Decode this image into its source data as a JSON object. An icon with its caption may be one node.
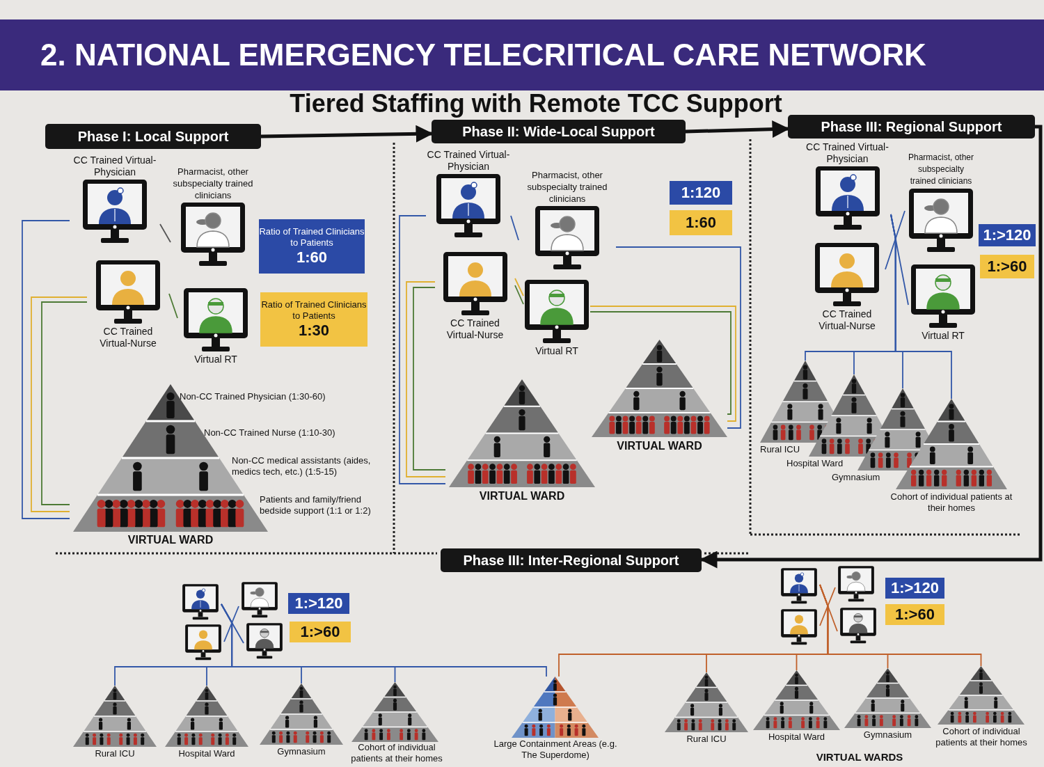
{
  "diagram": {
    "title": "2. NATIONAL EMERGENCY TELECRITICAL CARE NETWORK",
    "nodes": [
      {
        "text": [
          "Phase I: Local Support"
        ]
      },
      {
        "text": [
          "Phase II: Wide-Local Support"
        ]
      },
      {
        "text": [
          "Phase III: Regional Support"
        ]
      },
      {
        "text": [
          "Phase III: Inter-Regional Support"
        ]
      },
      {
        "text": [
          "CC Trained Virtual-Physician"
        ]
      },
      {
        "text": [
          "Pharmacist, other subspecialty trained clinicians"
        ]
      },
      {
        "text": [
          "CC Trained Virtual-Nurse"
        ]
      },
      {
        "text": [
          "Virtual RT"
        ]
      },
      {
        "text": [
          "Ratio of Trained Clinicians to Patients",
          "1:60"
        ]
      },
      {
        "text": [
          "Ratio of Trained Clinicians to Patients",
          "1:30"
        ]
      },
      {
        "text": [
          "Non-CC Trained Physician (1:30-60)",
          "Non-CC Trained Nurse (1:10-30)",
          "Non-CC medical assistants (aides, medics tech, etc.) (1:5-15)",
          "Patients and family/friend bedside support (1:1 or 1:2)",
          "VIRTUAL WARD"
        ]
      },
      {
        "text": [
          "CC Trained Virtual-Physician"
        ]
      },
      {
        "text": [
          "Pharmacist, other subspecialty trained clinicians"
        ]
      },
      {
        "text": [
          "CC Trained Virtual-Nurse"
        ]
      },
      {
        "text": [
          "Virtual RT"
        ]
      },
      {
        "text": [
          "1:120"
        ]
      },
      {
        "text": [
          "1:60"
        ]
      },
      {
        "text": [
          "VIRTUAL WARD"
        ]
      },
      {
        "text": [
          "VIRTUAL WARD"
        ]
      },
      {
        "text": [
          "CC Trained Virtual-Physician"
        ]
      },
      {
        "text": [
          "Pharmacist, other subspecialty trained clinicians"
        ]
      },
      {
        "text": [
          "CC Trained Virtual-Nurse"
        ]
      },
      {
        "text": [
          "Virtual RT"
        ]
      },
      {
        "text": [
          "1:>120"
        ]
      },
      {
        "text": [
          "1:>60"
        ]
      },
      {
        "text": [
          "Rural ICU"
        ]
      },
      {
        "text": [
          "Hospital Ward"
        ]
      },
      {
        "text": [
          "Gymnasium"
        ]
      },
      {
        "text": [
          "Cohort of individual patients at their homes"
        ]
      },
      {
        "text": [],
        "shape": "picture"
      },
      {
        "text": [],
        "shape": "picture"
      },
      {
        "text": [],
        "shape": "picture"
      },
      {
        "text": [],
        "shape": "picture"
      },
      {
        "text": [
          "1:>120"
        ]
      },
      {
        "text": [
          "1:>60"
        ]
      },
      {
        "text": [
          "Rural ICU"
        ]
      },
      {
        "text": [
          "Hospital Ward"
        ]
      },
      {
        "text": [
          "Gymnasium"
        ]
      },
      {
        "text": [
          "Cohort of individual patients at their homes"
        ]
      },
      {
        "text": [
          "Large Containment Areas (e.g. The Superdome)"
        ]
      },
      {
        "text": [],
        "shape": "picture"
      },
      {
        "text": [],
        "shape": "picture"
      },
      {
        "text": [],
        "shape": "picture"
      },
      {
        "text": [],
        "shape": "picture"
      },
      {
        "text": [
          "1:>120"
        ]
      },
      {
        "text": [
          "1:>60"
        ]
      },
      {
        "text": [
          "Rural ICU"
        ]
      },
      {
        "text": [
          "Hospital Ward"
        ]
      },
      {
        "text": [
          "Gymnasium"
        ]
      },
      {
        "text": [
          "Cohort of individual patients at their homes"
        ]
      }
    ],
    "edges": [
      {
        "from": 0,
        "to": 1,
        "arrow": "to",
        "style": "thick",
        "color": "#111111"
      },
      {
        "from": 1,
        "to": 2,
        "arrow": "to",
        "style": "thick",
        "color": "#111111"
      },
      {
        "from": 2,
        "to": 3,
        "arrow": "to",
        "style": "thick",
        "color": "#111111"
      },
      {
        "from": 4,
        "to": 5,
        "arrow": "none",
        "color": "#555555"
      },
      {
        "from": 6,
        "to": 7,
        "arrow": "none",
        "color": "#4d7a35"
      },
      {
        "from": 4,
        "to": 10,
        "arrow": "none"
      },
      {
        "from": 6,
        "to": 10,
        "arrow": "none",
        "color": "#e0b030"
      },
      {
        "from": 6,
        "to": 10,
        "arrow": "none",
        "color": "#4d7a35"
      },
      {
        "from": 11,
        "to": 12,
        "arrow": "none"
      },
      {
        "from": 13,
        "to": 14,
        "arrow": "none",
        "color": "#e0b030"
      },
      {
        "from": 13,
        "to": 14,
        "arrow": "none",
        "color": "#4d7a35"
      },
      {
        "from": 11,
        "to": 17,
        "arrow": "none"
      },
      {
        "from": 13,
        "to": 17,
        "arrow": "none",
        "color": "#e0b030"
      },
      {
        "from": 13,
        "to": 17,
        "arrow": "none",
        "color": "#4d7a35"
      },
      {
        "from": 12,
        "to": 18,
        "arrow": "none"
      },
      {
        "from": 14,
        "to": 18,
        "arrow": "none",
        "color": "#e0b030"
      },
      {
        "from": 14,
        "to": 18,
        "arrow": "none",
        "color": "#4d7a35"
      },
      {
        "from": 19,
        "to": 22,
        "arrow": "none"
      },
      {
        "from": 21,
        "to": 20,
        "arrow": "none"
      },
      {
        "from": 19,
        "to": 25,
        "arrow": "none"
      },
      {
        "from": 19,
        "to": 26,
        "arrow": "none"
      },
      {
        "from": 19,
        "to": 27,
        "arrow": "none"
      },
      {
        "from": 19,
        "to": 28,
        "arrow": "none"
      },
      {
        "from": 29,
        "to": 32,
        "arrow": "none"
      },
      {
        "from": 31,
        "to": 30,
        "arrow": "none"
      },
      {
        "from": 29,
        "to": 35,
        "arrow": "none"
      },
      {
        "from": 29,
        "to": 36,
        "arrow": "none"
      },
      {
        "from": 29,
        "to": 37,
        "arrow": "none"
      },
      {
        "from": 29,
        "to": 38,
        "arrow": "none"
      },
      {
        "from": 29,
        "to": 39,
        "arrow": "none"
      },
      {
        "from": 40,
        "to": 43,
        "arrow": "none",
        "color": "#c0602a"
      },
      {
        "from": 42,
        "to": 41,
        "arrow": "none",
        "color": "#c0602a"
      },
      {
        "from": 40,
        "to": 39,
        "arrow": "none",
        "color": "#c0602a"
      },
      {
        "from": 40,
        "to": 46,
        "arrow": "none",
        "color": "#c0602a"
      },
      {
        "from": 40,
        "to": 47,
        "arrow": "none",
        "color": "#c0602a"
      },
      {
        "from": 40,
        "to": 48,
        "arrow": "none",
        "color": "#c0602a"
      },
      {
        "from": 40,
        "to": 49,
        "arrow": "none",
        "color": "#c0602a"
      }
    ],
    "labels": [
      "Tiered Staffing with Remote TCC Support",
      "VIRTUAL WARDS"
    ]
  }
}
